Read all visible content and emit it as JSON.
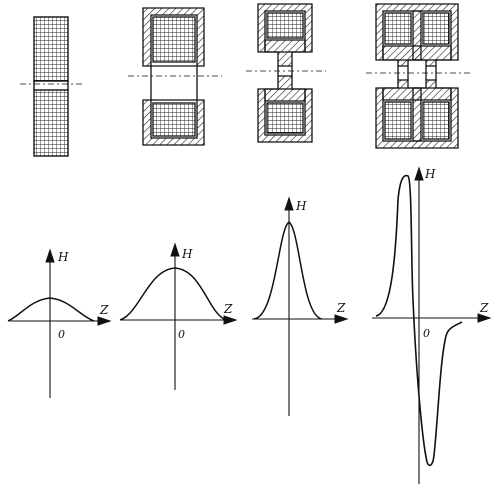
{
  "panels": [
    {
      "h_label": "H",
      "z_label": "Z",
      "origin_label": "0"
    },
    {
      "h_label": "H",
      "z_label": "Z",
      "origin_label": "0"
    },
    {
      "h_label": "H",
      "z_label": "Z",
      "origin_label": ""
    },
    {
      "h_label": "H",
      "z_label": "Z",
      "origin_label": "0"
    }
  ],
  "colors": {
    "ink": "#111111",
    "coil": "#222222"
  }
}
